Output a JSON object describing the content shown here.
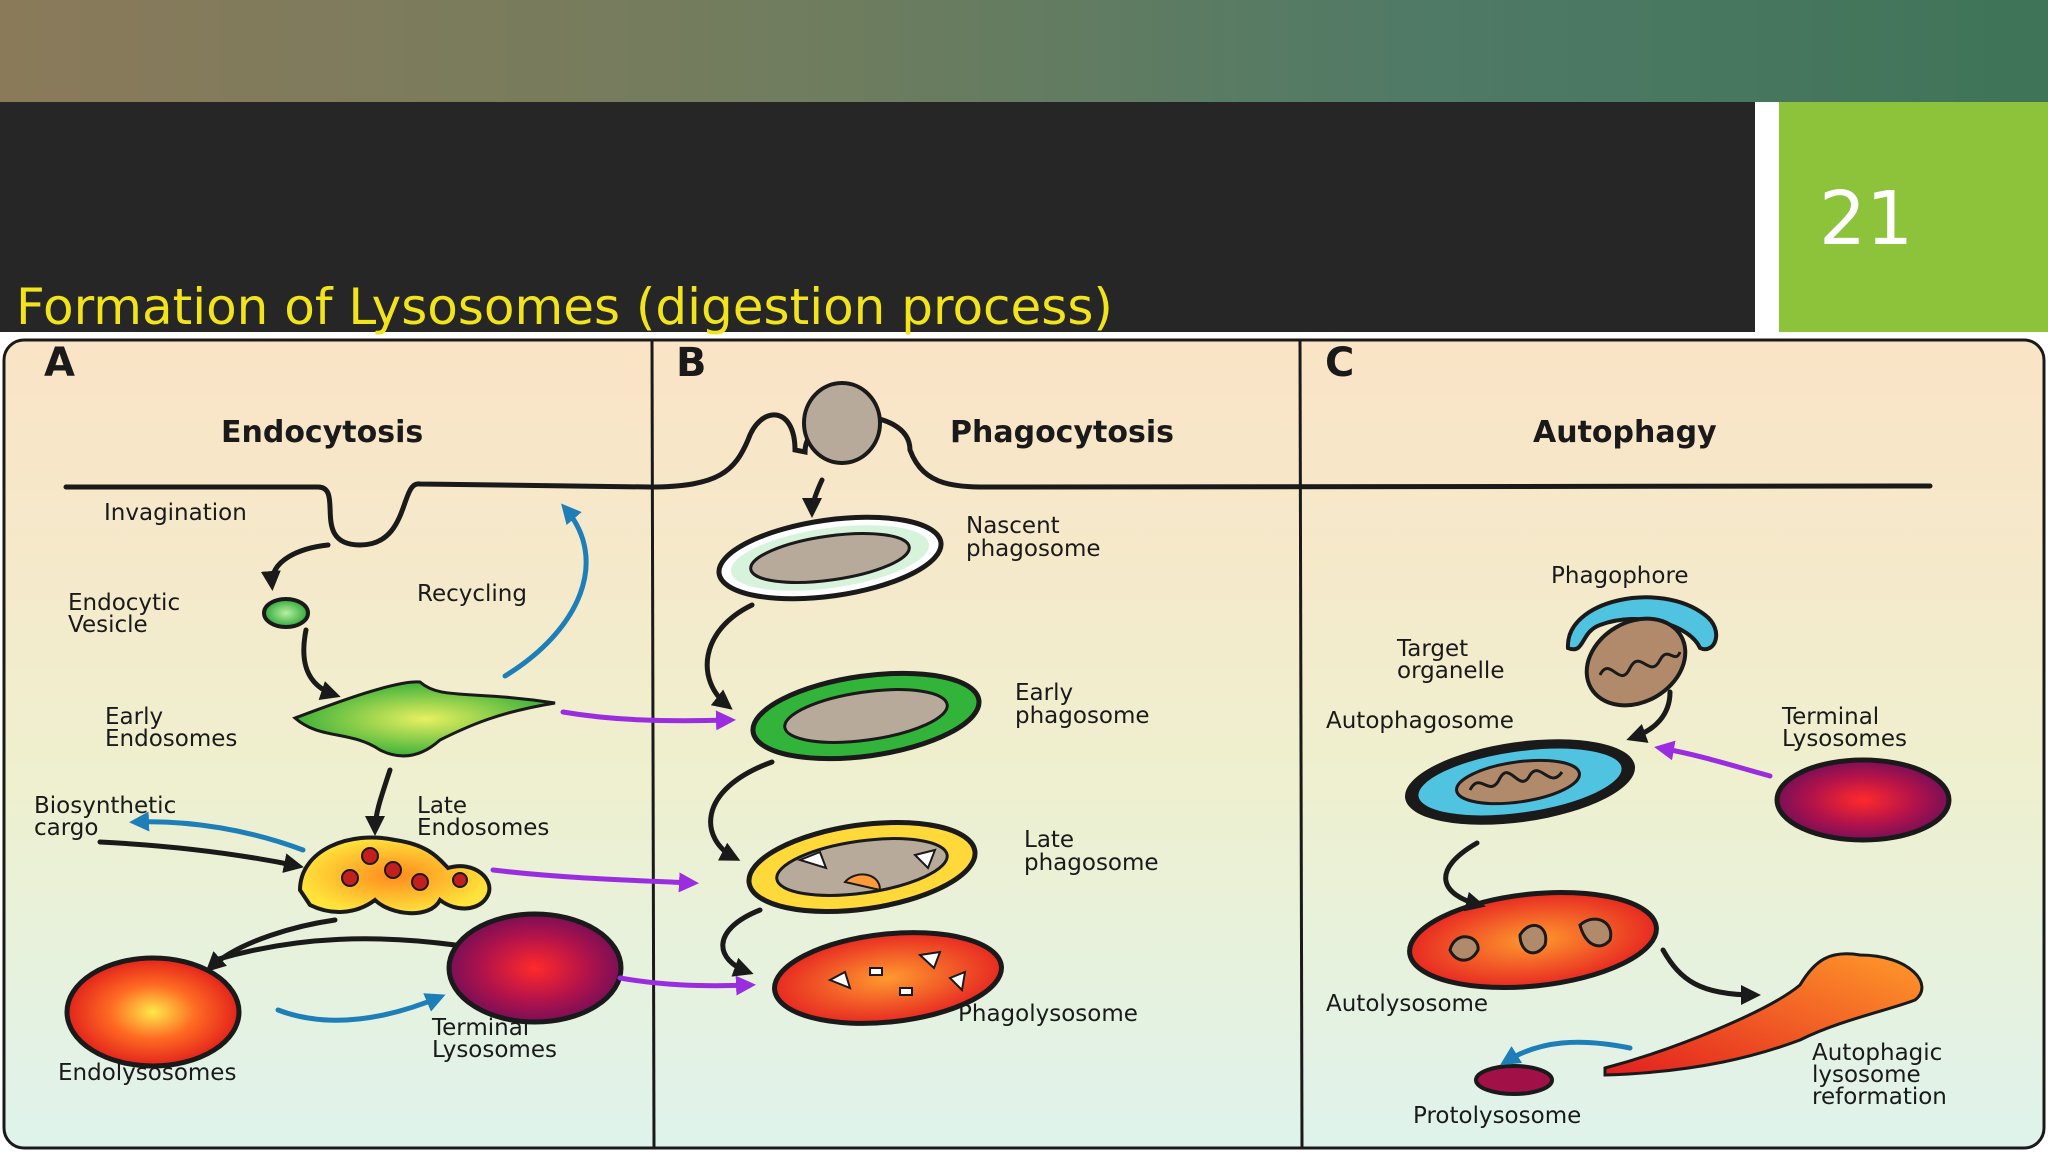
{
  "slide": {
    "title": "Formation of Lysosomes (digestion process)",
    "page_number": "21"
  },
  "panels": {
    "a": {
      "letter": "A",
      "heading": "Endocytosis",
      "labels": {
        "invagination": "Invagination",
        "endocytic_1": "Endocytic",
        "endocytic_2": "Vesicle",
        "recycling": "Recycling",
        "early_1": "Early",
        "early_2": "Endosomes",
        "biosynthetic_1": "Biosynthetic",
        "biosynthetic_2": "cargo",
        "late_1": "Late",
        "late_2": "Endosomes",
        "endolysosomes": "Endolysosomes",
        "terminal_1": "Terminal",
        "terminal_2": "Lysosomes"
      }
    },
    "b": {
      "letter": "B",
      "heading": "Phagocytosis",
      "labels": {
        "nascent_1": "Nascent",
        "nascent_2": "phagosome",
        "early_1": "Early",
        "early_2": "phagosome",
        "late_1": "Late",
        "late_2": "phagosome",
        "phagolysosome": "Phagolysosome"
      }
    },
    "c": {
      "letter": "C",
      "heading": "Autophagy",
      "labels": {
        "phagophore": "Phagophore",
        "target_1": "Target",
        "target_2": "organelle",
        "autophagosome": "Autophagosome",
        "terminal_1": "Terminal",
        "terminal_2": "Lysosomes",
        "autolysosome": "Autolysosome",
        "reform_1": "Autophagic",
        "reform_2": "lysosome",
        "reform_3": "reformation",
        "protolysosome": "Protolysosome"
      }
    }
  },
  "colors": {
    "title_text": "#f2e41a",
    "title_bar": "#262626",
    "page_box": "#8dc33b"
  }
}
